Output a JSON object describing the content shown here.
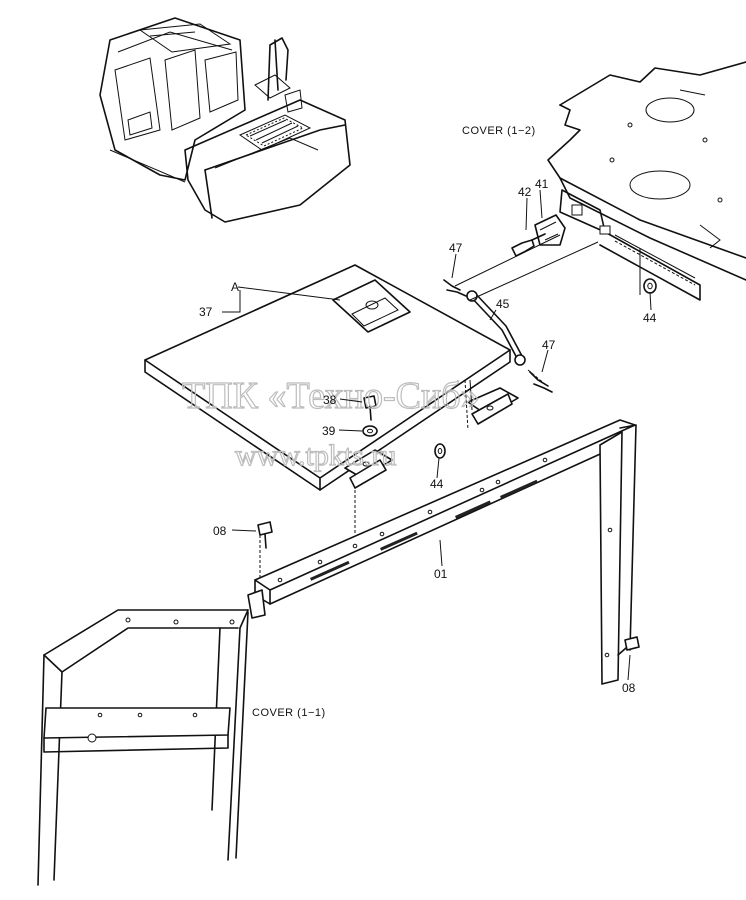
{
  "titles": {
    "cover_1_2": "COVER (1−2)",
    "cover_1_1": "COVER (1−1)"
  },
  "watermark": {
    "line1": "ТПК «Техно-Сиб»",
    "line2": "www.tpkts.ru"
  },
  "callouts": {
    "p42": "42",
    "p41": "41",
    "p47_top": "47",
    "p47_right": "47",
    "p44_right": "44",
    "p44_mid": "44",
    "pA": "A",
    "p37": "37",
    "p45": "45",
    "p38": "38",
    "p39": "39",
    "p08_left": "08",
    "p08_right": "08",
    "p01": "01"
  }
}
